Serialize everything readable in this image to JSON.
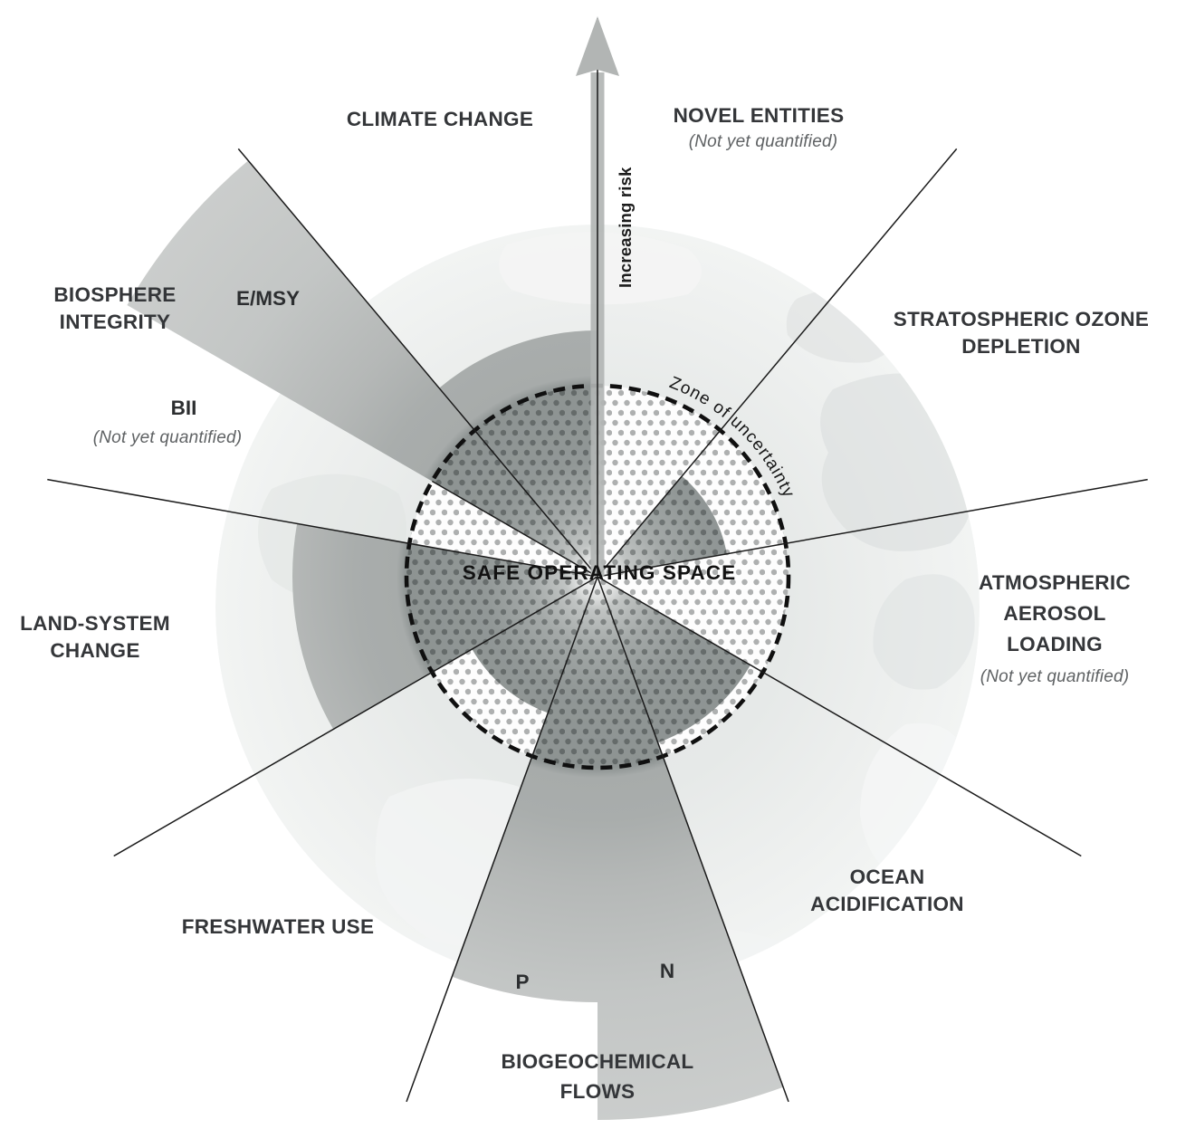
{
  "figure": {
    "center_label": "SAFE OPERATING SPACE",
    "zone_of_uncertainty_label": "Zone of uncertainty",
    "risk_arrow_label": "Increasing risk"
  },
  "sectors": [
    {
      "id": "climate-change",
      "label_lines": [
        "CLIMATE CHANGE"
      ],
      "status": "in zone of uncertainty, increasing risk"
    },
    {
      "id": "novel-entities",
      "label_lines": [
        "NOVEL ENTITIES"
      ],
      "note": "(Not yet quantified)",
      "status": "not yet quantified"
    },
    {
      "id": "stratospheric-ozone-depletion",
      "label_lines": [
        "STRATOSPHERIC OZONE",
        "DEPLETION"
      ],
      "status": "within safe operating space"
    },
    {
      "id": "atmospheric-aerosol-loading",
      "label_lines": [
        "ATMOSPHERIC",
        "AEROSOL",
        "LOADING"
      ],
      "note": "(Not yet quantified)",
      "status": "not yet quantified"
    },
    {
      "id": "ocean-acidification",
      "label_lines": [
        "OCEAN",
        "ACIDIFICATION"
      ],
      "status": "within safe operating space"
    },
    {
      "id": "biogeochemical-flows",
      "label_lines": [
        "BIOGEOCHEMICAL",
        "FLOWS"
      ],
      "sub_labels": {
        "phosphorus": "P",
        "nitrogen": "N"
      },
      "status": "beyond zone of uncertainty, high risk"
    },
    {
      "id": "freshwater-use",
      "label_lines": [
        "FRESHWATER USE"
      ],
      "status": "within safe operating space"
    },
    {
      "id": "land-system-change",
      "label_lines": [
        "LAND-SYSTEM",
        "CHANGE"
      ],
      "status": "in zone of uncertainty, increasing risk"
    },
    {
      "id": "biosphere-integrity",
      "label_lines": [
        "BIOSPHERE",
        "INTEGRITY"
      ],
      "sub_labels": {
        "emsy": "E/MSY",
        "bii": "BII"
      },
      "note": "(Not yet quantified)",
      "status": "E/MSY beyond zone of uncertainty; BII not yet quantified"
    }
  ],
  "colors": {
    "background": "#ffffff",
    "earth_base": "#e9ebea",
    "wedge_dark": "#8e9493",
    "wedge_light": "#cbcecd",
    "halftone_dot": "#141a1a",
    "line": "#1a1a1a",
    "label_text": "#343639",
    "note_text": "#5f6264",
    "arrow_fill": "#b2b5b4"
  }
}
